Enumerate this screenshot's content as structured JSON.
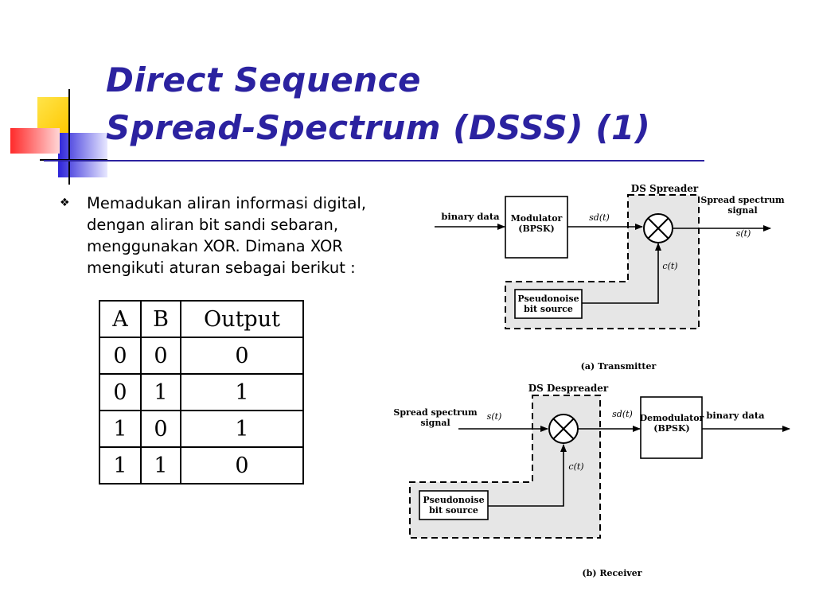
{
  "slide": {
    "title_line1": "Direct Sequence",
    "title_line2": "Spread-Spectrum (DSSS) (1)"
  },
  "bullet": {
    "marker": "❖",
    "text": "Memadukan aliran informasi digital, dengan aliran bit sandi sebaran, menggunakan XOR. Dimana XOR mengikuti aturan sebagai berikut :"
  },
  "xor_table": {
    "headers": [
      "A",
      "B",
      "Output"
    ],
    "rows": [
      [
        "0",
        "0",
        "0"
      ],
      [
        "0",
        "1",
        "1"
      ],
      [
        "1",
        "0",
        "1"
      ],
      [
        "1",
        "1",
        "0"
      ]
    ]
  },
  "transmitter": {
    "spreader_label": "DS Spreader",
    "input_label": "binary data",
    "modulator_line1": "Modulator",
    "modulator_line2": "(BPSK)",
    "sd_label": "sd(t)",
    "output_line1": "Spread spectrum",
    "output_line2": "signal",
    "s_label": "s(t)",
    "c_label": "c(t)",
    "pn_line1": "Pseudonoise",
    "pn_line2": "bit source",
    "caption": "(a) Transmitter"
  },
  "receiver": {
    "despreader_label": "DS Despreader",
    "input_line1": "Spread spectrum",
    "input_line2": "signal",
    "s_label": "s(t)",
    "sd_label": "sd(t)",
    "demod_line1": "Demodulator",
    "demod_line2": "(BPSK)",
    "output_label": "binary data",
    "c_label": "c(t)",
    "pn_line1": "Pseudonoise",
    "pn_line2": "bit source",
    "caption": "(b) Receiver"
  },
  "colors": {
    "title": "#2b22a0",
    "deco_yellow": "#ffd400",
    "deco_blue": "#2b22d8",
    "deco_red": "#ff3c3c",
    "dashed_fill": "#e6e6e6"
  }
}
